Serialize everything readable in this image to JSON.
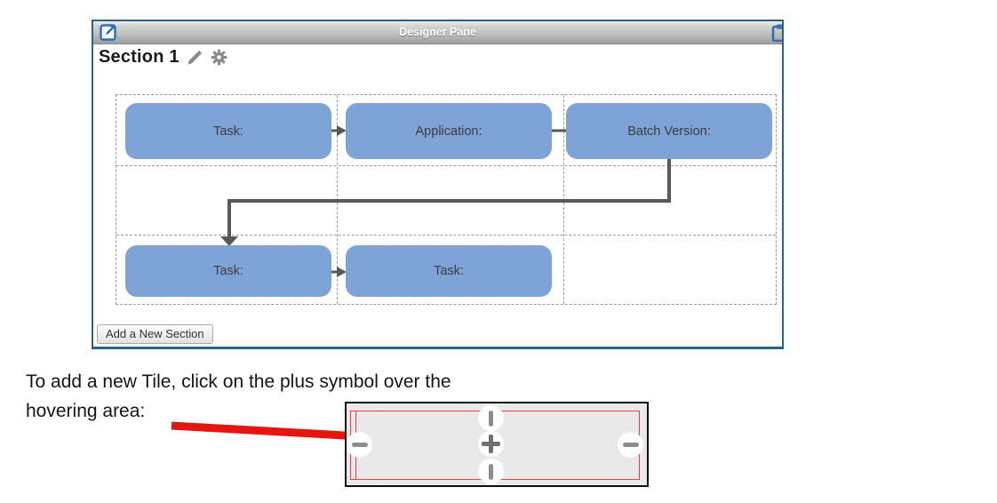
{
  "panel": {
    "header_title": "Designer Pane",
    "section_title": "Section 1",
    "add_button_label": "Add a New Section"
  },
  "tiles": [
    {
      "label": "Task:",
      "row": 1,
      "col": 1
    },
    {
      "label": "Application:",
      "row": 1,
      "col": 2
    },
    {
      "label": "Batch Version:",
      "row": 1,
      "col": 3
    },
    {
      "label": "Task:",
      "row": 3,
      "col": 1
    },
    {
      "label": "Task:",
      "row": 3,
      "col": 2
    }
  ],
  "connectors": [
    {
      "from": "Task (row1)",
      "to": "Application:",
      "type": "arrow-right"
    },
    {
      "from": "Application:",
      "to": "Batch Version:",
      "type": "plain-line"
    },
    {
      "from": "Batch Version:",
      "to": "Task (row3 col1)",
      "type": "elbow-down-left-down-arrow"
    },
    {
      "from": "Task (row3 col1)",
      "to": "Task (row3 col2)",
      "type": "arrow-right"
    }
  ],
  "instruction": {
    "line1": "To add a new Tile, click on the plus symbol over the",
    "line2": "hovering area:"
  },
  "hover_illustration": {
    "center_symbol": "plus",
    "handles": [
      "top-vertical-bar",
      "bottom-vertical-bar",
      "left-horizontal-bar",
      "right-horizontal-bar"
    ]
  },
  "icons": {
    "header_left": "compose-icon",
    "header_right": "clipped-clipboard-icon",
    "section_edit": "pencil-icon",
    "section_settings": "gear-icon"
  },
  "colors": {
    "tile_fill": "#7DA3D7",
    "tile_text": "#3D3D3D",
    "panel_border": "#2B6586",
    "connector_gray": "#595959",
    "annotation_red": "#E3170F",
    "icon_blue": "#2C70B8",
    "icon_gray": "#8A8A8A",
    "hover_bg": "#E9E9E9",
    "handle_gray": "#8C8C8C"
  }
}
